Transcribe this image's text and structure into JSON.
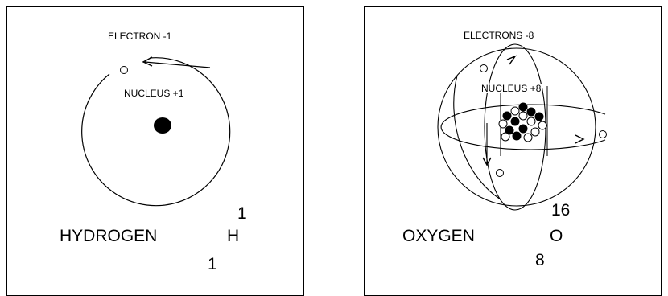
{
  "hydrogen": {
    "electron_label": "ELECTRON -1",
    "nucleus_label": "NUCLEUS +1",
    "element_name": "HYDROGEN",
    "symbol": "H",
    "mass_number": "1",
    "atomic_number": "1"
  },
  "oxygen": {
    "electron_label": "ELECTRONS -8",
    "nucleus_label": "NUCLEUS +8",
    "element_name": "OXYGEN",
    "symbol": "O",
    "mass_number": "16",
    "atomic_number": "8"
  },
  "colors": {
    "line": "#000000",
    "background": "#ffffff",
    "proton": "#000000",
    "neutron": "#ffffff"
  }
}
